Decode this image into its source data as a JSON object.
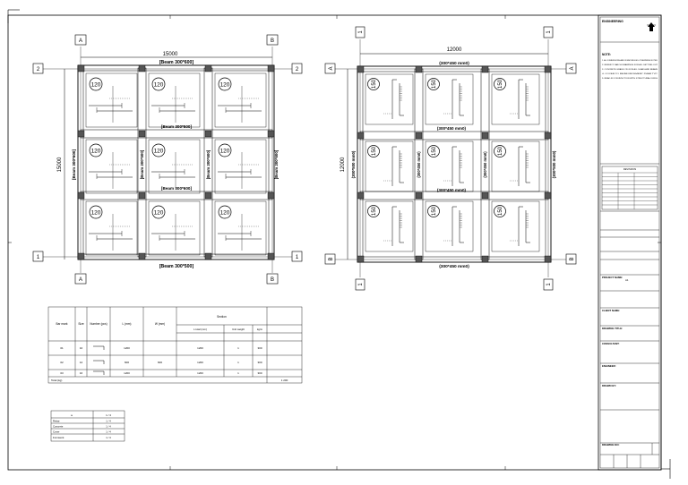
{
  "left_plan": {
    "dim_top": "15000",
    "dim_left": "15000",
    "beam_top": "[Beam 300*600]",
    "beam_bottom": "[Beam 300*500]",
    "beam_mid_upper": "[Beam 300*500]",
    "beam_mid_lower": "[Beam 300*600]",
    "beam_left": "[Beam 300*600]",
    "beam_vert_inner_left": "[Beam 300*500]",
    "beam_vert_inner_right": "[Beam 300*600]",
    "beam_right": "[Beam 300*600]",
    "axes": {
      "top_left": "A",
      "top_right": "B",
      "bottom_left": "A",
      "bottom_right": "B",
      "left_top": "2",
      "left_bottom": "1",
      "right_top": "2",
      "right_bottom": "1"
    },
    "slab_thickness": [
      "120",
      "120",
      "120",
      "120",
      "120",
      "120",
      "120",
      "120",
      "120"
    ]
  },
  "right_plan": {
    "dim_top": "12000",
    "dim_left": "12000",
    "beam_top": "(300*450 mm0)",
    "beam_mid_upper": "(300*450 mm0)",
    "beam_mid_lower": "(300*450 mm0)",
    "beam_bottom": "(300*450 mm0)",
    "beam_left": "(300*500 mm0)",
    "beam_vert_inner_left": "(300*450 mm0)",
    "beam_vert_inner_right": "(300*450 mm0)",
    "beam_right": "(300*500 mm0)",
    "axes": {
      "top_left": "1",
      "top_right": "1",
      "bottom_left": "1",
      "bottom_right": "1",
      "left_top": "A",
      "left_bottom": "B",
      "right_top": "A",
      "right_bottom": "B"
    },
    "slab_thickness": [
      "150",
      "150",
      "150",
      "150",
      "150",
      "150",
      "150",
      "150",
      "150"
    ]
  },
  "schedule_table": {
    "headers": [
      "Bar mark",
      "Size",
      "Number (pcs)",
      "L (mm)",
      "W (mm)",
      "Section"
    ],
    "section_sub": [
      "L total (mm)",
      "Unit weight",
      "kg/m"
    ],
    "rows": [
      [
        "01",
        "10",
        "",
        "1200",
        "",
        "1200",
        "1",
        "300"
      ],
      [
        "02",
        "12",
        "",
        "600",
        "600",
        "1200",
        "1",
        "300"
      ],
      [
        "03",
        "16",
        "",
        "1200",
        "",
        "1200",
        "1",
        "300"
      ]
    ],
    "footer_label": "Total (kg)",
    "footer_value": "1 200"
  },
  "small_table": {
    "header": [
      "a",
      "1 / 4"
    ],
    "rows": [
      [
        "Rebar",
        "1 / 4"
      ],
      [
        "Concrete",
        "1 / 4"
      ],
      [
        "Cover",
        "1 / 4"
      ],
      [
        "Formwork",
        "1 / 4"
      ]
    ]
  },
  "title_block": {
    "logo_text": "ENGINEERING",
    "notes_title": "NOTE:",
    "notes": [
      "1. ALL DIMENSIONS ARE IN MM UNLESS OTHERWISE NOTED",
      "2. REFER TO ARCH DRAWINGS FOR ALL SETTING OUT",
      "3. CONCRETE GRADE C30 FOR ALL SLABS AND BEAMS",
      "4. COVER TO REINFORCEMENT 25MM TYP.",
      "5. READ IN CONJUNCTION WITH STRUCTURAL DWGS"
    ],
    "revision_title": "REVISIONS",
    "fields": [
      {
        "label": "PROJECT NAME:",
        "value": "A1"
      },
      {
        "label": "CLIENT NAME:",
        "value": ""
      },
      {
        "label": "DRAWING TITLE:",
        "value": ""
      },
      {
        "label": "CONSULTANT:",
        "value": ""
      },
      {
        "label": "ENGINEER:",
        "value": ""
      },
      {
        "label": "DRAWN BY:",
        "value": ""
      },
      {
        "label": "DRAWING NO:",
        "value": ""
      }
    ]
  }
}
